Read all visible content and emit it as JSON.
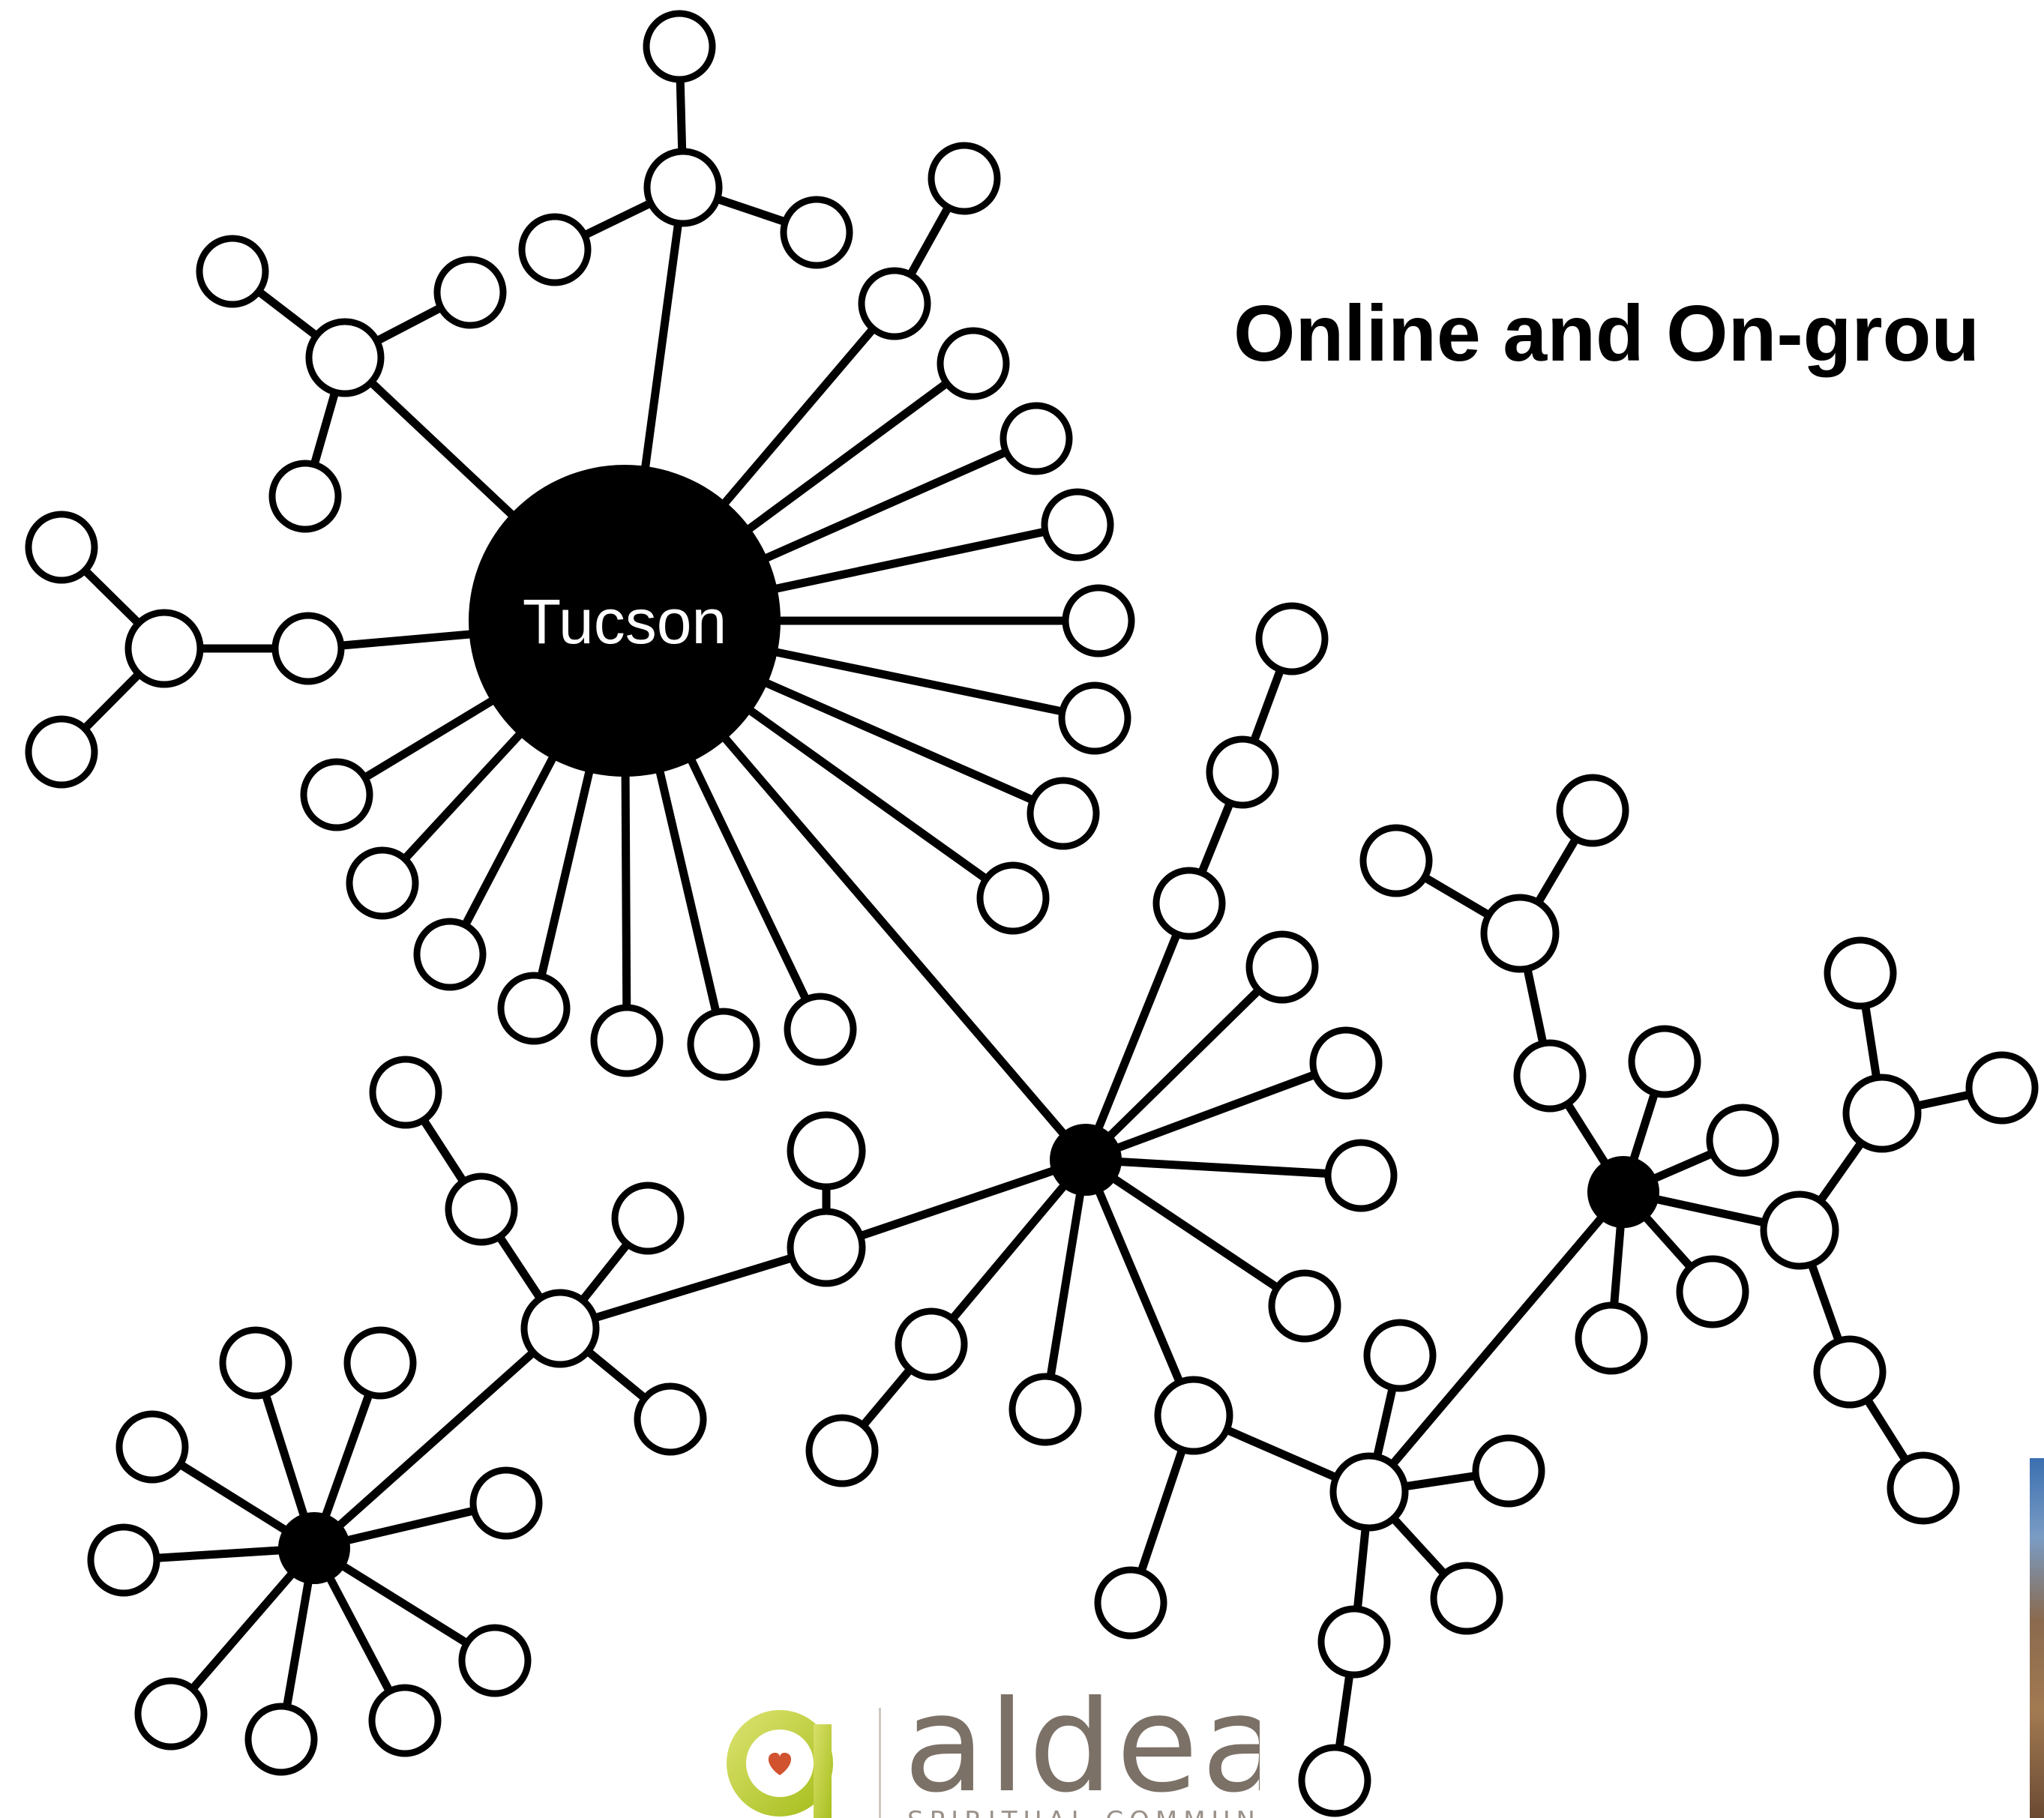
{
  "heading": "Online and On-grou",
  "hub_label": "Tucson",
  "logo": {
    "name": "aldea",
    "tagline": "SPIRITUAL COMMUNITY",
    "colors": {
      "ring": "#b6cc2b",
      "heart": "#d0522e",
      "text": "#7c7167"
    }
  },
  "colors": {
    "edge": "#000000",
    "node_fill": "#ffffff",
    "hub_fill": "#000000"
  }
}
